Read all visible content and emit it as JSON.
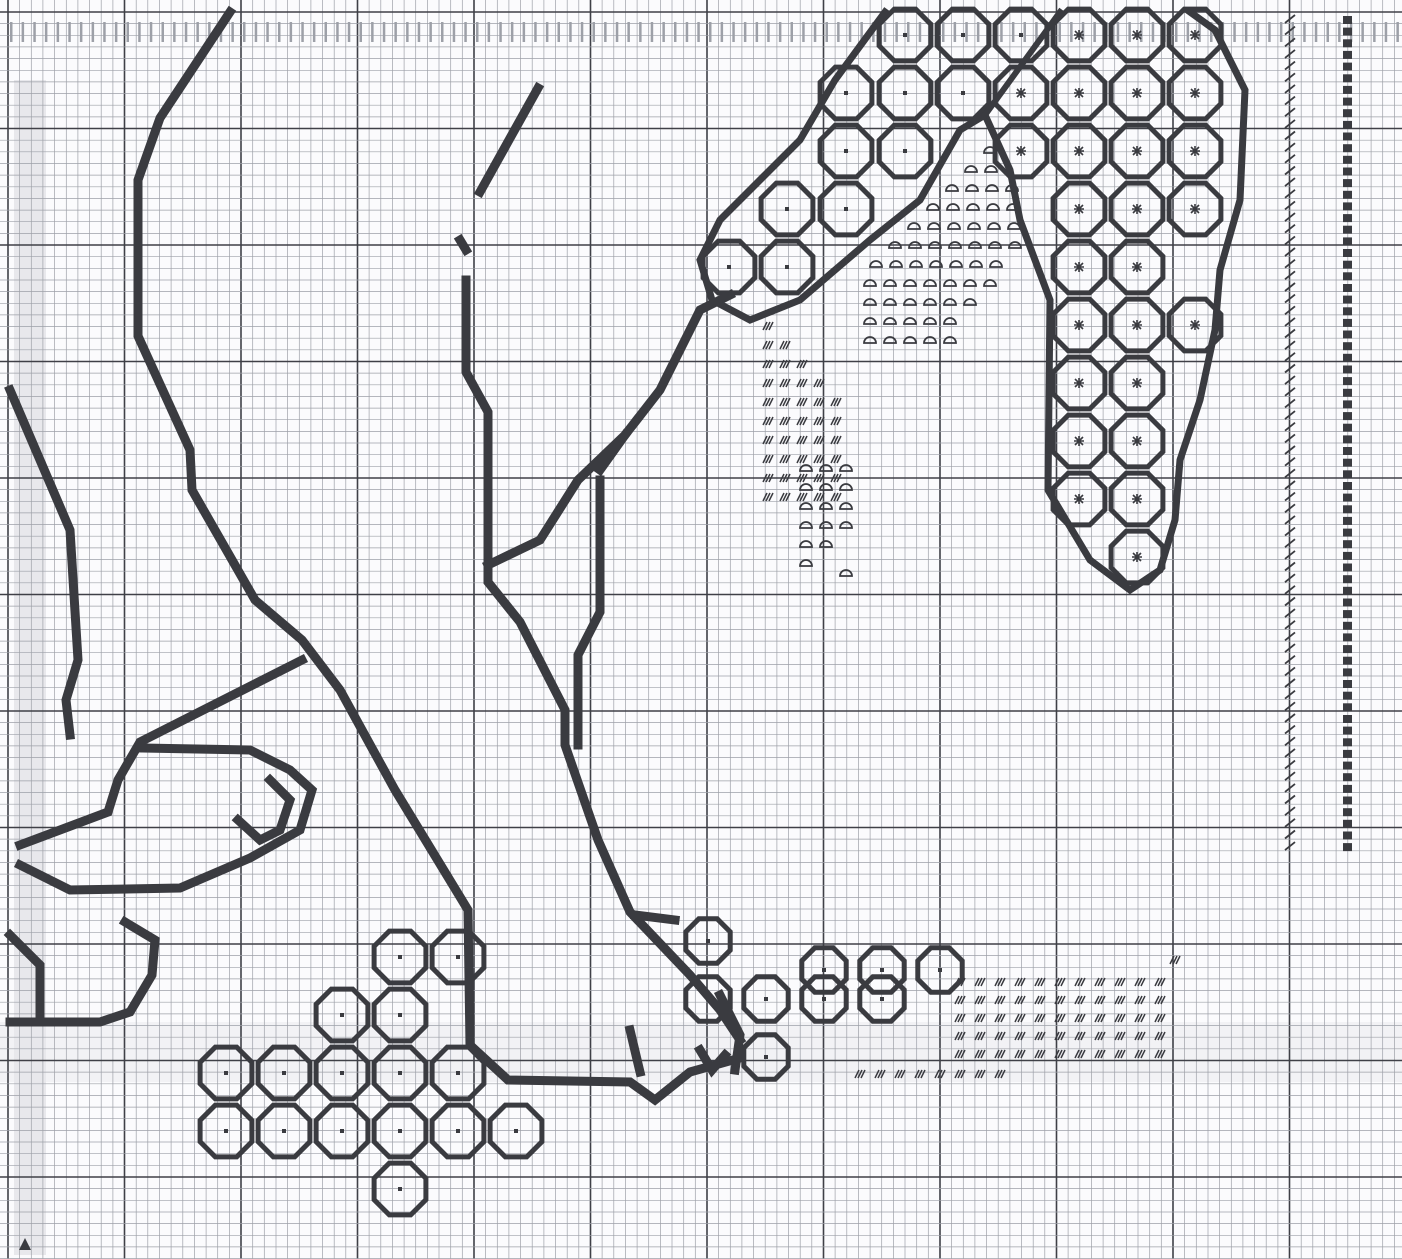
{
  "pattern": {
    "colors": {
      "paper": "#fbfbfd",
      "grid_minor": "#9da0a8",
      "grid_major": "#3f4047",
      "ink": "#3a3b40",
      "fold_shadow": "#e6e6ea"
    },
    "symbols": [
      {
        "name": "octagon-dot-icon",
        "fill": "open-octagon-with-center-dot"
      },
      {
        "name": "octagon-star-icon",
        "fill": "open-octagon-with-asterisk"
      },
      {
        "name": "half-circle-icon",
        "fill": "semicircle-outline"
      },
      {
        "name": "hatch-icon",
        "fill": "diagonal-hatch"
      },
      {
        "name": "slash-icon",
        "fill": "single-diagonal"
      },
      {
        "name": "filled-square-icon",
        "fill": "solid-square"
      }
    ],
    "corner_marker": "arrow-up-icon"
  }
}
